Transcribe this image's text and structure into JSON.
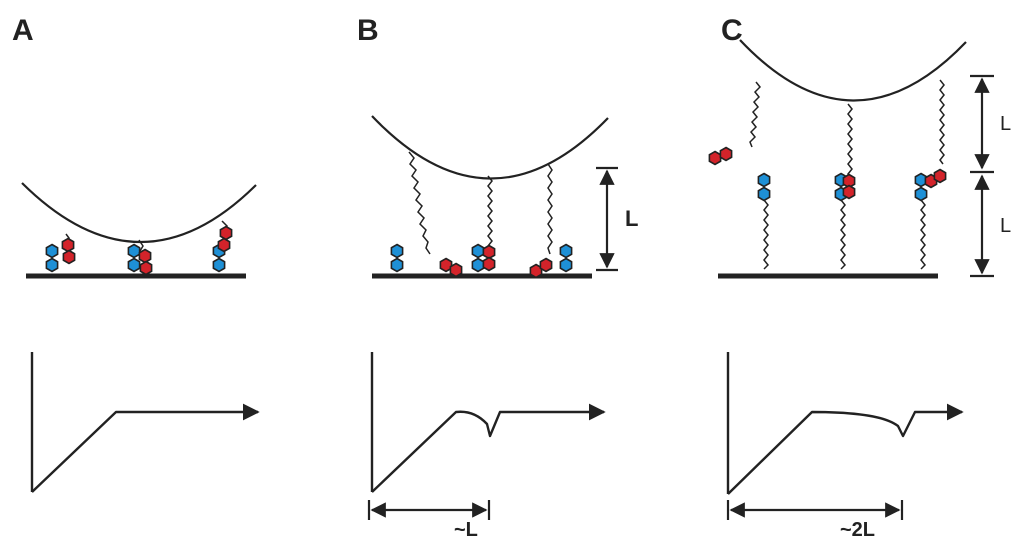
{
  "panels": [
    {
      "id": "A",
      "label": "A"
    },
    {
      "id": "B",
      "label": "B",
      "height_label": "L",
      "distance_label": "~L"
    },
    {
      "id": "C",
      "label": "C",
      "height_label_top": "L",
      "height_label_bottom": "L",
      "distance_label": "~2L"
    }
  ],
  "colors": {
    "blue_hexagon": "#1e90d6",
    "red_hexagon": "#d3232a",
    "outline": "#222222"
  }
}
